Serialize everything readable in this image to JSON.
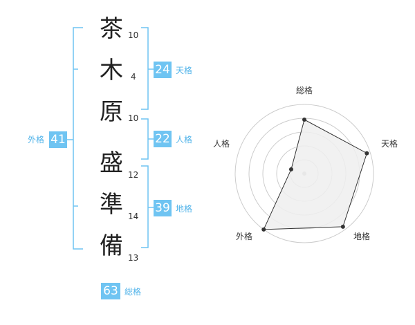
{
  "name_chars": [
    {
      "char": "茶",
      "strokes": "10"
    },
    {
      "char": "木",
      "strokes": "4"
    },
    {
      "char": "原",
      "strokes": "10"
    },
    {
      "char": "盛",
      "strokes": "12"
    },
    {
      "char": "準",
      "strokes": "14"
    },
    {
      "char": "備",
      "strokes": "13"
    }
  ],
  "scores": {
    "tenkaku": {
      "value": "24",
      "label": "天格"
    },
    "jinkaku": {
      "value": "22",
      "label": "人格"
    },
    "chikaku": {
      "value": "39",
      "label": "地格"
    },
    "gaikaku": {
      "value": "41",
      "label": "外格"
    },
    "soukaku": {
      "value": "63",
      "label": "総格"
    }
  },
  "radar": {
    "axes": [
      "総格",
      "天格",
      "地格",
      "外格",
      "人格"
    ],
    "levels": [
      0.78,
      0.95,
      0.95,
      1.0,
      0.2
    ],
    "ring_count": 5,
    "colors": {
      "fill": "#efefef",
      "line": "#333333",
      "ring": "#cccccc",
      "point": "#333333",
      "accent": "#6fc4f2"
    }
  }
}
